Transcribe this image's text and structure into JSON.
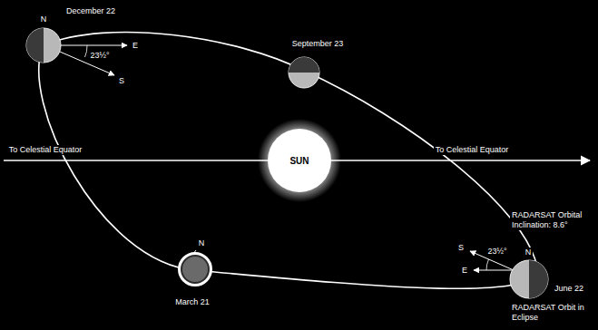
{
  "diagram": {
    "nodes": [
      {
        "text": [
          "December 22"
        ]
      },
      {
        "text": [
          "September 23"
        ]
      },
      {
        "text": [
          "SUN"
        ]
      },
      {
        "text": [
          "March 21"
        ]
      },
      {
        "text": [
          "June 22"
        ]
      }
    ],
    "labels": [
      "N",
      "E",
      "23½°",
      "S",
      "To Celestial Equator",
      "To Celestial Equator",
      "N",
      "RADARSAT Orbital Inclination: 8.6°",
      "S",
      "23½°",
      "E",
      "N",
      "RADARSAT Orbit in Eclipse"
    ]
  }
}
